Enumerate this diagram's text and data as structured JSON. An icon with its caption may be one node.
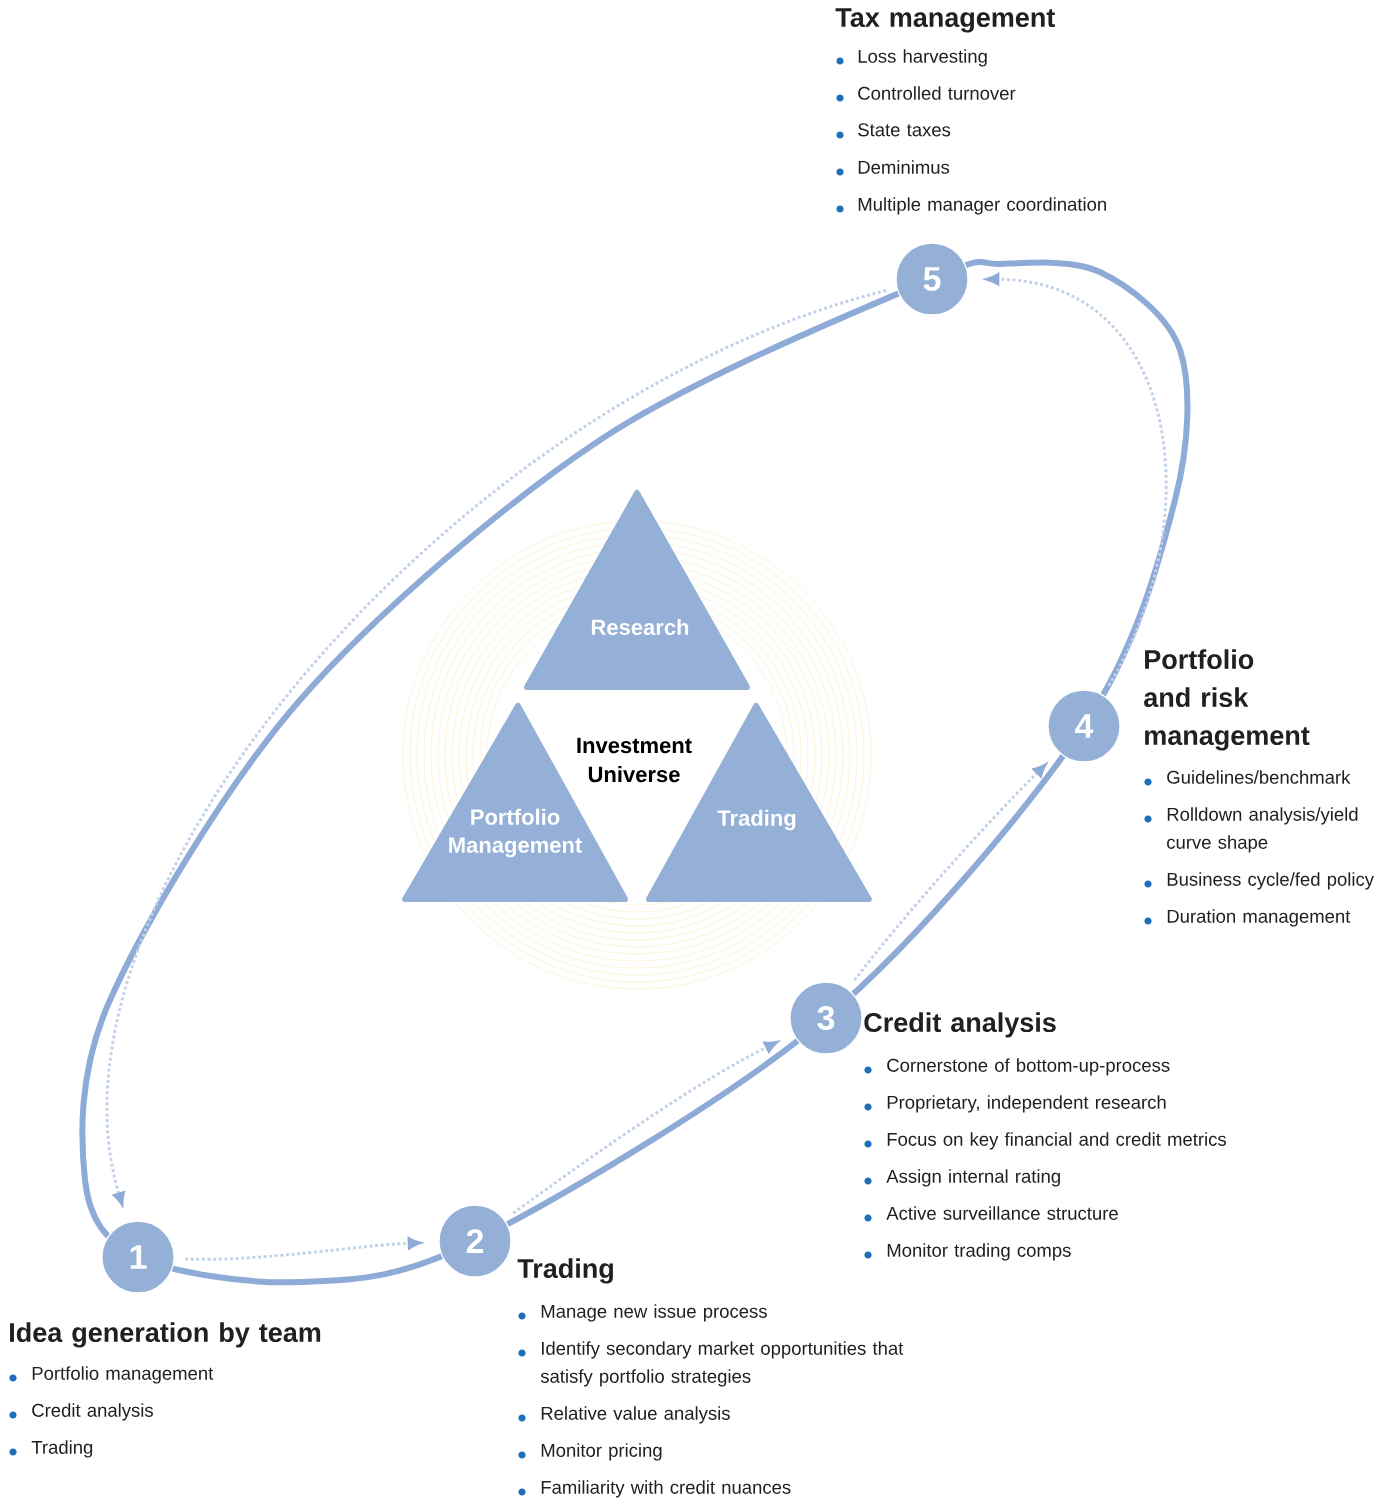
{
  "diagram": {
    "nodes": [
      {
        "text": [
          "1"
        ],
        "beside": [
          "Idea generation by team",
          "Portfolio management",
          "Credit analysis",
          "Trading"
        ]
      },
      {
        "text": [
          "2"
        ],
        "beside": [
          "Trading",
          "Manage new issue process",
          "Identify secondary market opportunities that satisfy portfolio strategies",
          "Relative value analysis",
          "Monitor pricing",
          "Familiarity with credit nuances"
        ]
      },
      {
        "text": [
          "3"
        ],
        "beside": [
          "Credit analysis",
          "Cornerstone of bottom-up-process",
          "Proprietary, independent research",
          "Focus on key financial and credit metrics",
          "Assign internal rating",
          "Active surveillance structure",
          "Monitor trading comps"
        ]
      },
      {
        "text": [
          "4"
        ],
        "beside": [
          "Portfolio and risk management",
          "Guidelines/benchmark",
          "Rolldown analysis/yield curve shape",
          "Business cycle/fed policy",
          "Duration management"
        ]
      },
      {
        "text": [
          "5"
        ],
        "beside": [
          "Tax management",
          "Loss harvesting",
          "Controlled turnover",
          "State taxes",
          "Deminimus",
          "Multiple manager coordination"
        ]
      },
      {
        "text": [
          "Research"
        ]
      },
      {
        "text": [
          "Investment Universe"
        ]
      },
      {
        "text": [
          "Portfolio Management"
        ]
      },
      {
        "text": [
          "Trading"
        ]
      }
    ],
    "edges": [
      {
        "from": 0,
        "to": 1,
        "arrow": "to",
        "style": "dashed"
      },
      {
        "from": 1,
        "to": 2,
        "arrow": "to",
        "style": "dashed"
      },
      {
        "from": 2,
        "to": 3,
        "arrow": "to",
        "style": "dashed"
      },
      {
        "from": 3,
        "to": 4,
        "arrow": "to",
        "style": "dashed"
      },
      {
        "from": 4,
        "to": 0,
        "arrow": "to",
        "style": "dashed"
      }
    ]
  }
}
